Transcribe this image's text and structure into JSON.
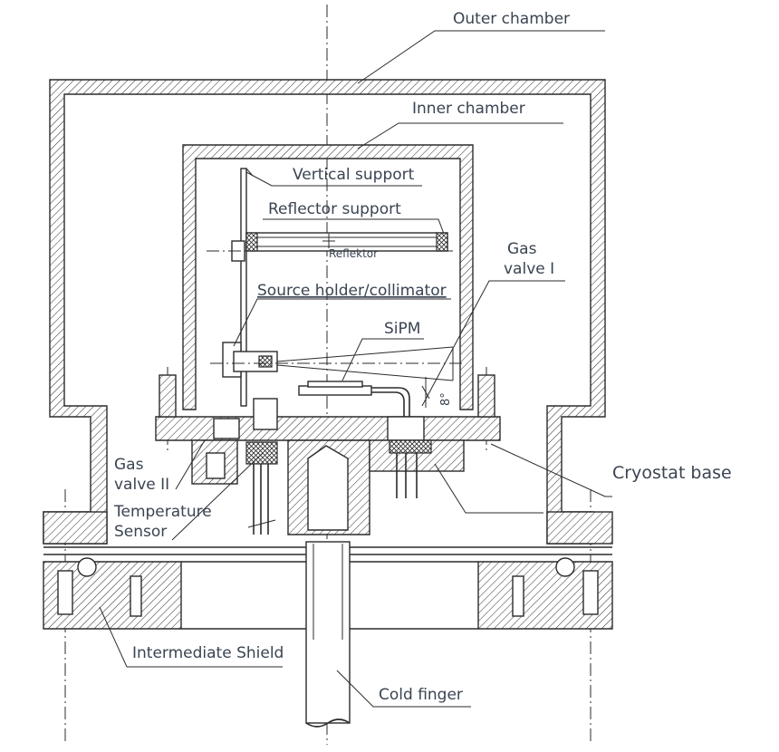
{
  "labels": {
    "outer_chamber": "Outer chamber",
    "inner_chamber": "Inner chamber",
    "vertical_support": "Vertical support",
    "reflector_support": "Reflector support",
    "reflektor": "Reflektor",
    "gas_valve_1_line1": "Gas",
    "gas_valve_1_line2": "valve I",
    "source_holder": "Source holder/collimator",
    "sipm": "SiPM",
    "angle": "8°",
    "gas_valve_2_line1": "Gas",
    "gas_valve_2_line2": "valve II",
    "temp_sensor_line1": "Temperature",
    "temp_sensor_line2": "Sensor",
    "cryostat_base": "Cryostat base",
    "intermediate_shield": "Intermediate Shield",
    "cold_finger": "Cold finger"
  },
  "colors": {
    "line": "#2b2b2b",
    "label_text": "#3a4452"
  }
}
